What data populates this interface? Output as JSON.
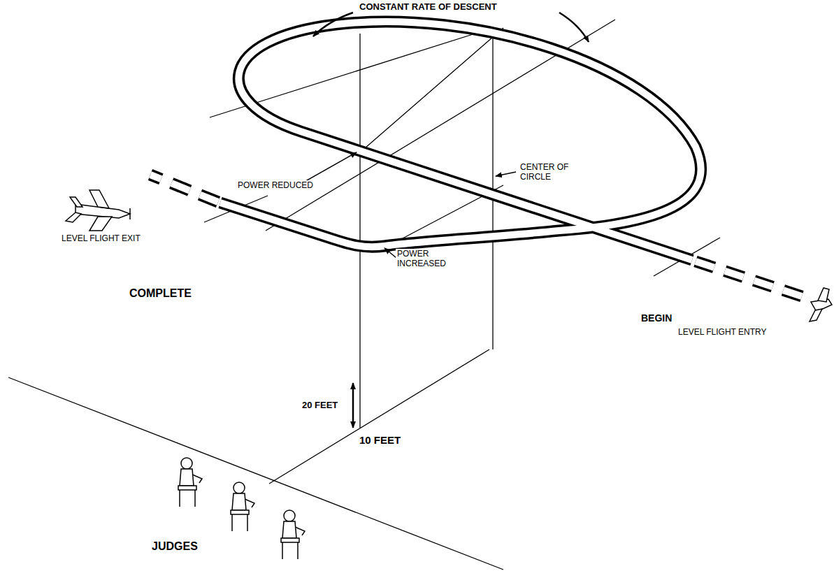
{
  "diagram": {
    "labels": [
      "CONSTANT RATE OF DESCENT",
      "CENTER OF CIRCLE",
      "POWER REDUCED",
      "LEVEL FLIGHT EXIT",
      "POWER INCREASED",
      "COMPLETE",
      "BEGIN",
      "LEVEL FLIGHT ENTRY",
      "20 FEET",
      "10 FEET",
      "JUDGES"
    ]
  }
}
